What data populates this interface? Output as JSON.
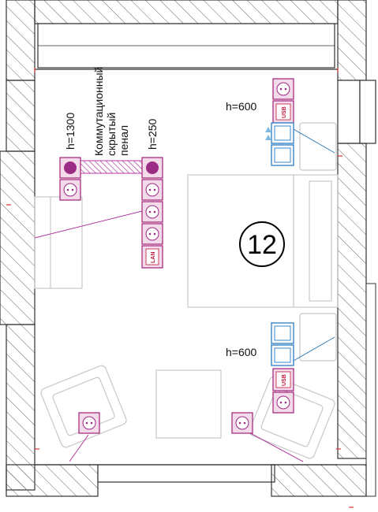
{
  "room": {
    "number": "12"
  },
  "labels": {
    "height_1300": "h=1300",
    "height_250": "h=250",
    "height_600_top": "h=600",
    "height_600_bottom": "h=600",
    "panel_line1": "Коммутационный",
    "panel_line2": "скрытый",
    "panel_line3": "пенал",
    "usb": "USB",
    "lan": "LAN"
  },
  "colors": {
    "wall_line": "#333333",
    "hatch": "#555555",
    "furniture": "#c8c8c8",
    "outlet_border": "#a0207a",
    "outlet_fill": "#f3dbea",
    "socket_dot": "#9b2c86",
    "leader_magenta": "#b03aa0",
    "leader_blue": "#2e7db8",
    "usb_red": "#c2183c",
    "blue_box": "#3a86c8"
  }
}
